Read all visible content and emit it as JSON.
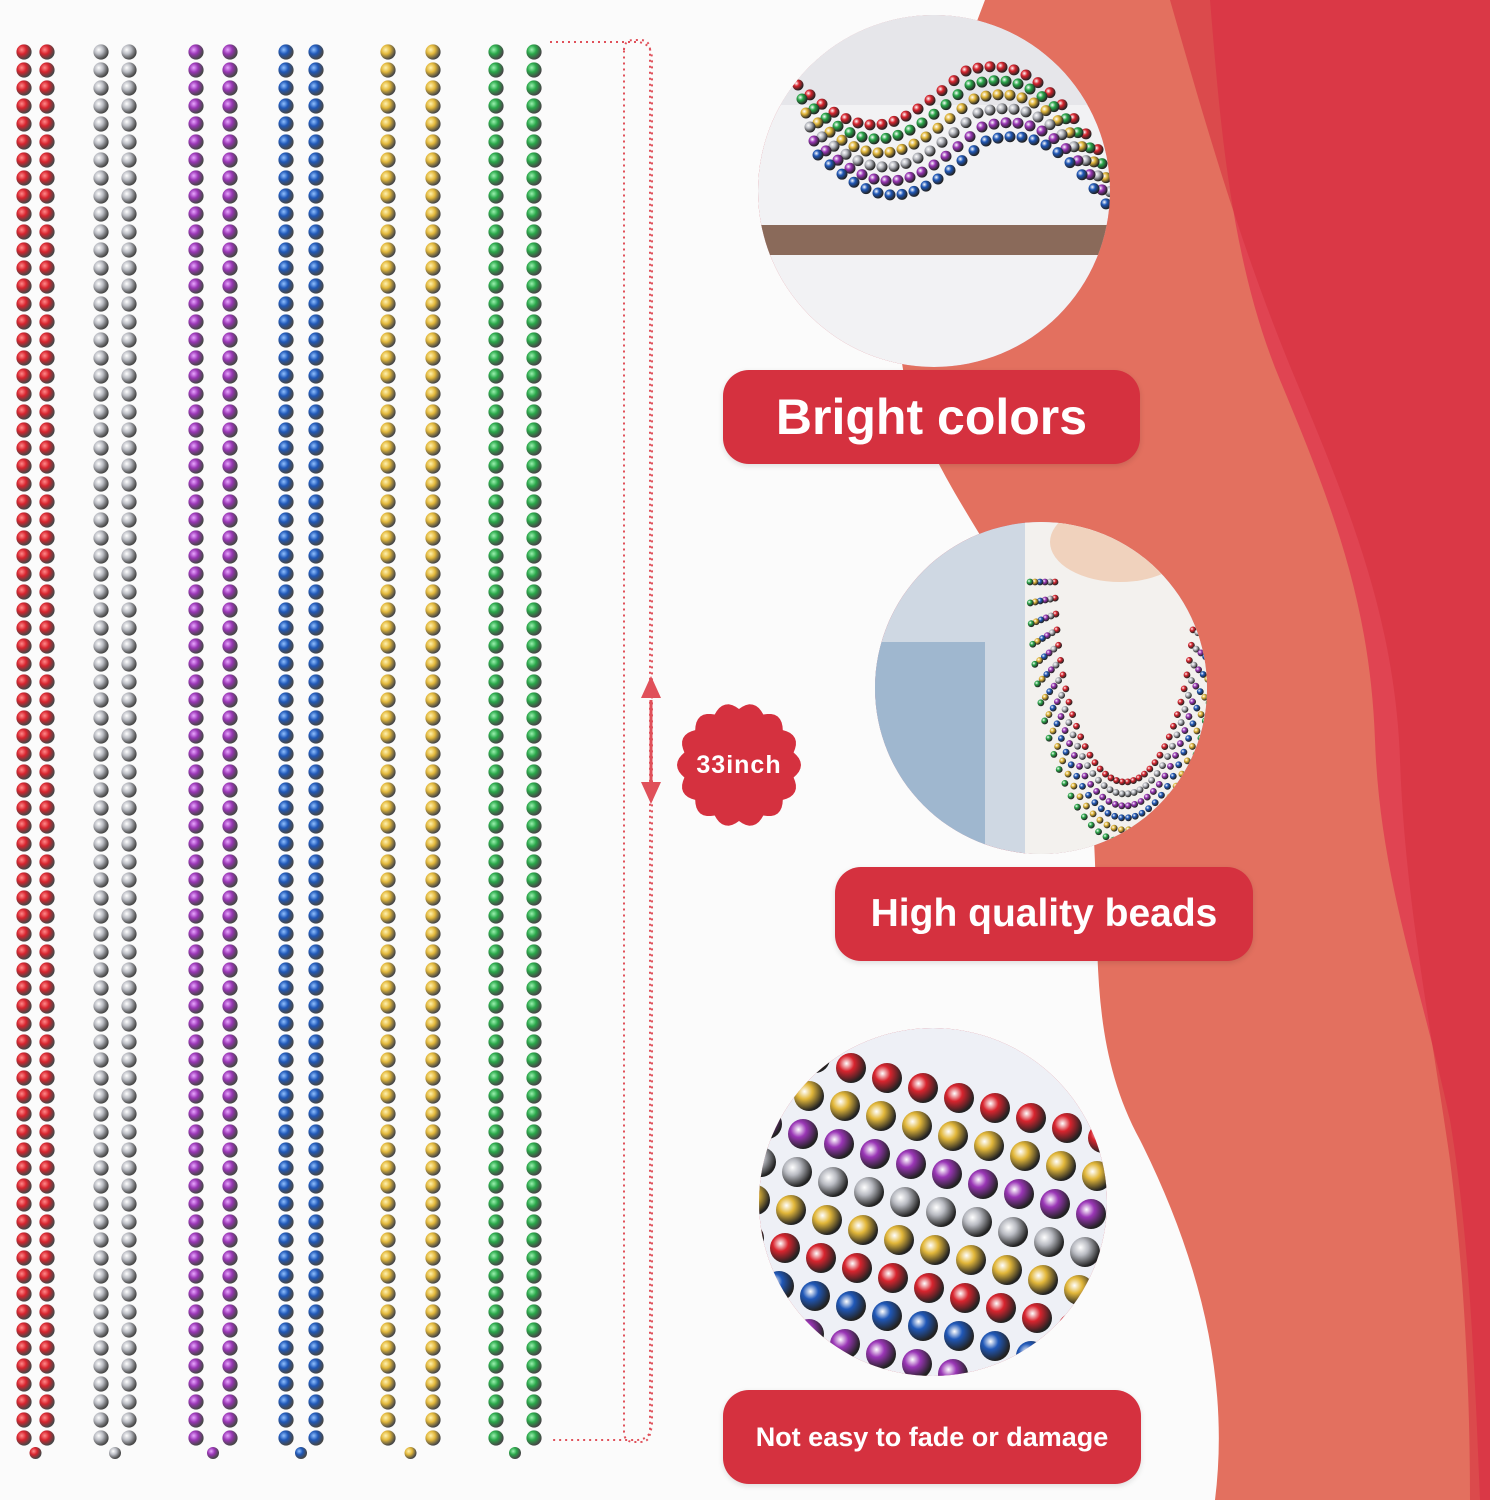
{
  "colors": {
    "accent_red": "#d5313f",
    "salmon": "#e3705f",
    "bead_red": "#d8242e",
    "bead_silver": "#c4c6cc",
    "bead_purple": "#9a36b6",
    "bead_blue": "#2058b8",
    "bead_gold": "#e2b73a",
    "bead_green": "#2aa84a"
  },
  "necklaces": [
    {
      "name": "red-necklace",
      "color": "#d8242e",
      "highlight": "#ff8a8a"
    },
    {
      "name": "silver-necklace",
      "color": "#b9bbc2",
      "highlight": "#ffffff"
    },
    {
      "name": "purple-necklace",
      "color": "#9a36b6",
      "highlight": "#e8a6ff"
    },
    {
      "name": "blue-necklace",
      "color": "#2058b8",
      "highlight": "#8fc0ff"
    },
    {
      "name": "gold-necklace",
      "color": "#e2b73a",
      "highlight": "#fff2b0"
    },
    {
      "name": "green-necklace",
      "color": "#2aa84a",
      "highlight": "#9bf0b0"
    }
  ],
  "measure": {
    "label": "33inch"
  },
  "features": [
    {
      "label": "Bright colors"
    },
    {
      "label": "High quality beads"
    },
    {
      "label": "Not easy to fade or damage"
    }
  ]
}
